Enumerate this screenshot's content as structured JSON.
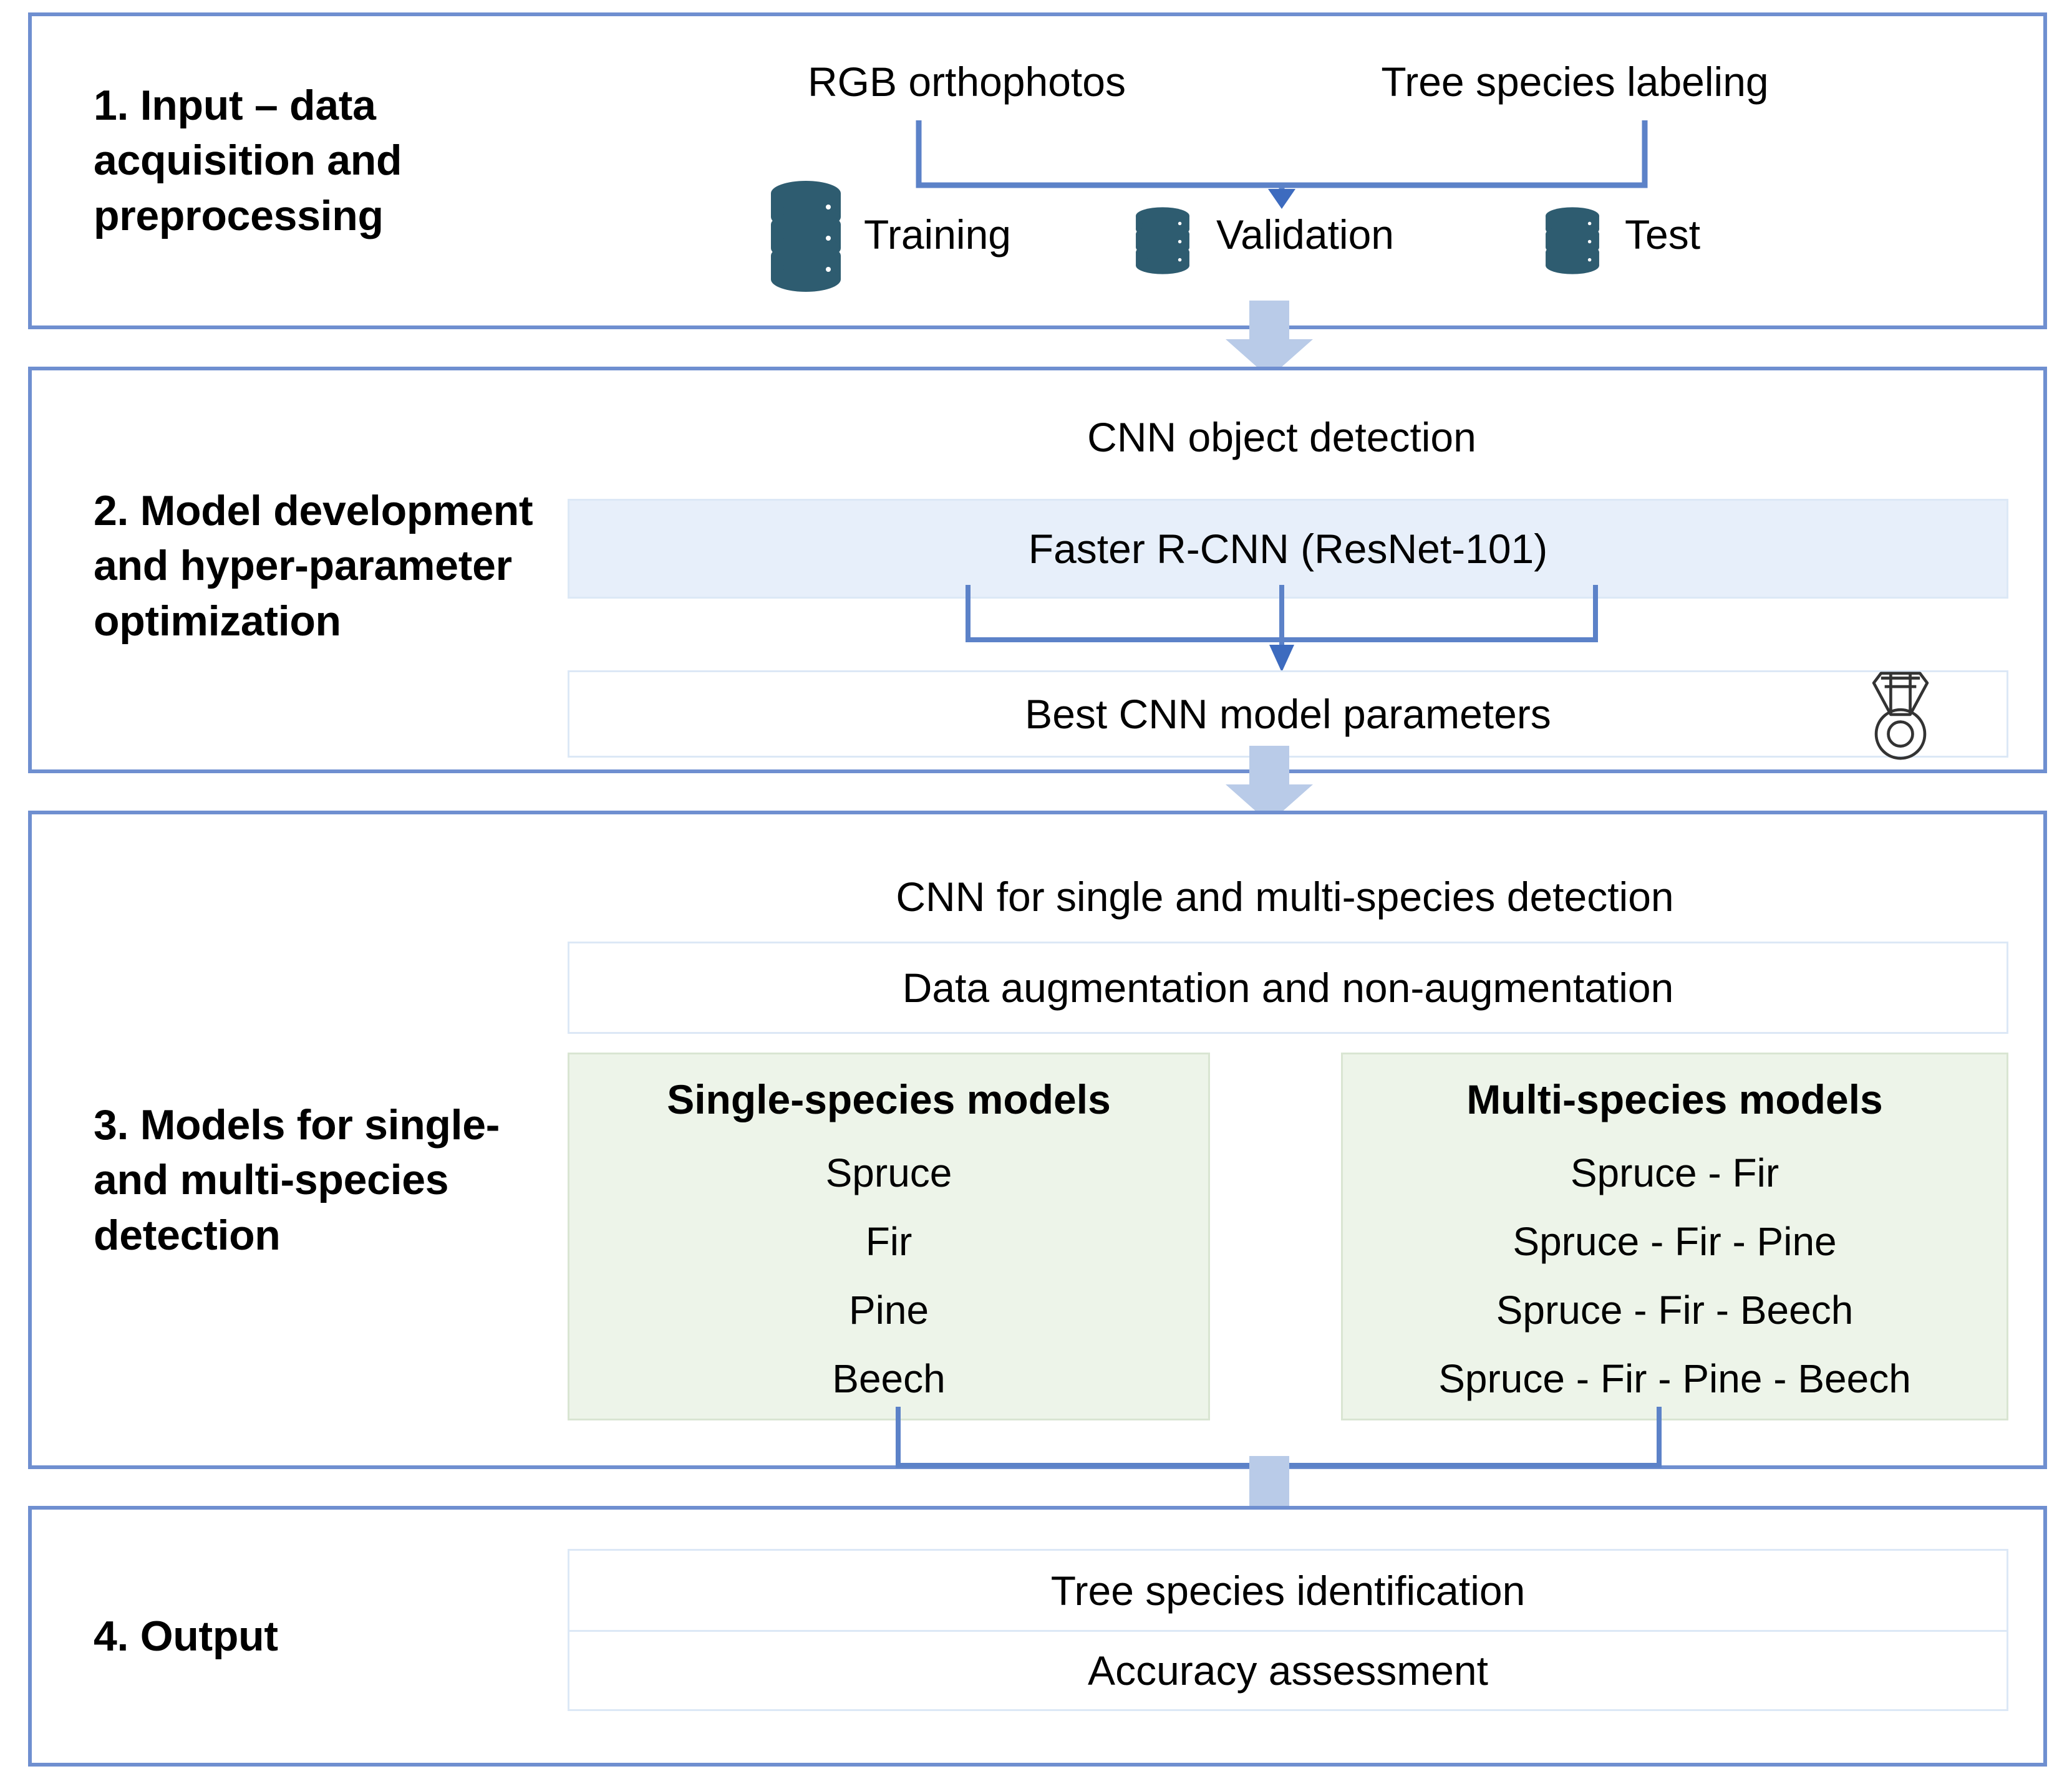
{
  "theme": {
    "stage_border": "#6f8fd0",
    "blue_fill": "#e7effa",
    "green_fill": "#edf4e9",
    "arrow_fill": "#b9cbe8",
    "connector_line": "#5c82c8",
    "db_icon_color": "#2e5c70",
    "medal_color": "#333333"
  },
  "stages": [
    {
      "id": "input",
      "label": "1. Input – data acquisition and preprocessing"
    },
    {
      "id": "model-development",
      "label": "2. Model development and hyper-parameter optimization"
    },
    {
      "id": "models",
      "label": "3. Models for single- and multi-species detection"
    },
    {
      "id": "output",
      "label": "4. Output"
    }
  ],
  "stage1": {
    "source_left": "RGB orthophotos",
    "source_right": "Tree species labeling",
    "datasets": [
      {
        "name": "Training",
        "icon": "database-icon"
      },
      {
        "name": "Validation",
        "icon": "database-icon"
      },
      {
        "name": "Test",
        "icon": "database-icon"
      }
    ]
  },
  "stage2": {
    "heading": "CNN object detection",
    "model_box": "Faster R-CNN  (ResNet-101)",
    "result_box": "Best CNN model parameters",
    "result_icon": "medal-icon"
  },
  "stage3": {
    "heading": "CNN for single and multi-species detection",
    "augmentation_box": "Data augmentation and non-augmentation",
    "single_species": {
      "title": "Single-species models",
      "items": [
        "Spruce",
        "Fir",
        "Pine",
        "Beech"
      ]
    },
    "multi_species": {
      "title": "Multi-species models",
      "items": [
        "Spruce - Fir",
        "Spruce - Fir - Pine",
        "Spruce - Fir - Beech",
        "Spruce - Fir - Pine - Beech"
      ]
    }
  },
  "stage4": {
    "rows": [
      "Tree species identification",
      "Accuracy assessment"
    ]
  }
}
